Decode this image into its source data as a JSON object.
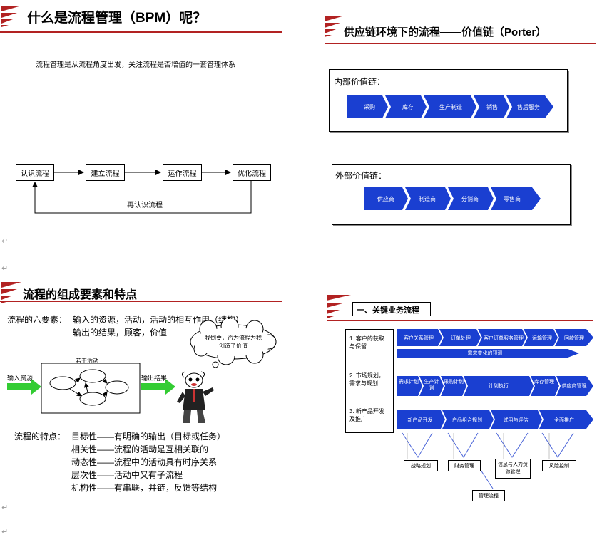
{
  "slide1": {
    "title": "什么是流程管理（BPM）呢？",
    "subtitle": "流程管理是从流程角度出发，关注流程是否增值的一套管理体系",
    "steps": [
      "认识流程",
      "建立流程",
      "运作流程",
      "优化流程"
    ],
    "loop_label": "再认识流程"
  },
  "slide2": {
    "title": "供应链环境下的流程——价值链（Porter）",
    "internal_label": "内部价值链：",
    "internal_items": [
      "采购",
      "库存",
      "生产制造",
      "销售",
      "售后服务"
    ],
    "external_label": "外部价值链：",
    "external_items": [
      "供应商",
      "制造商",
      "分销商",
      "零售商"
    ]
  },
  "slide3": {
    "title": "流程的组成要素和特点",
    "six_elements_prefix": "流程的六要素：",
    "six_elements_line1": "输入的资源，活动，活动的相互作用（结构）",
    "six_elements_line2": "输出的结果，顾客，价值",
    "input_label": "输入资源",
    "output_label": "输出结果",
    "center_label": "若干活动",
    "bubble_text": "我倒要，否为流程为我创造了价值",
    "features_prefix": "流程的特点：",
    "features": [
      "目标性——有明确的输出（目标或任务）",
      "相关性——流程的活动是互相关联的",
      "动态性——流程中的活动具有时序关系",
      "层次性——活动中又有子流程",
      "机构性——有串联，并链，反馈等结构"
    ]
  },
  "slide4": {
    "title": "一、关键业务流程",
    "left_labels": [
      "1. 客户的获取与保留",
      "2. 市场规划，需求与规划",
      "3. 新产品开发及推广"
    ],
    "row1": [
      "客户关系管理",
      "订单处理",
      "客户订单服务管理",
      "运输管理",
      "回款管理"
    ],
    "row1_sub": "需求变化的预测",
    "row2": [
      "需求计划",
      "生产计划",
      "采购计划",
      "计划执行",
      "库存管理",
      "供应商管理"
    ],
    "row3": [
      "新产品开发",
      "产品组合规划",
      "试用与评估",
      "全面推广"
    ],
    "bottom": [
      "战略规划",
      "财务管理",
      "信息与人力资源管理",
      "风险控制"
    ],
    "footer": "管理流程"
  },
  "colors": {
    "accent": "#b22222",
    "chevron": "#1a3fd1",
    "arrow_green": "#33cc33"
  }
}
